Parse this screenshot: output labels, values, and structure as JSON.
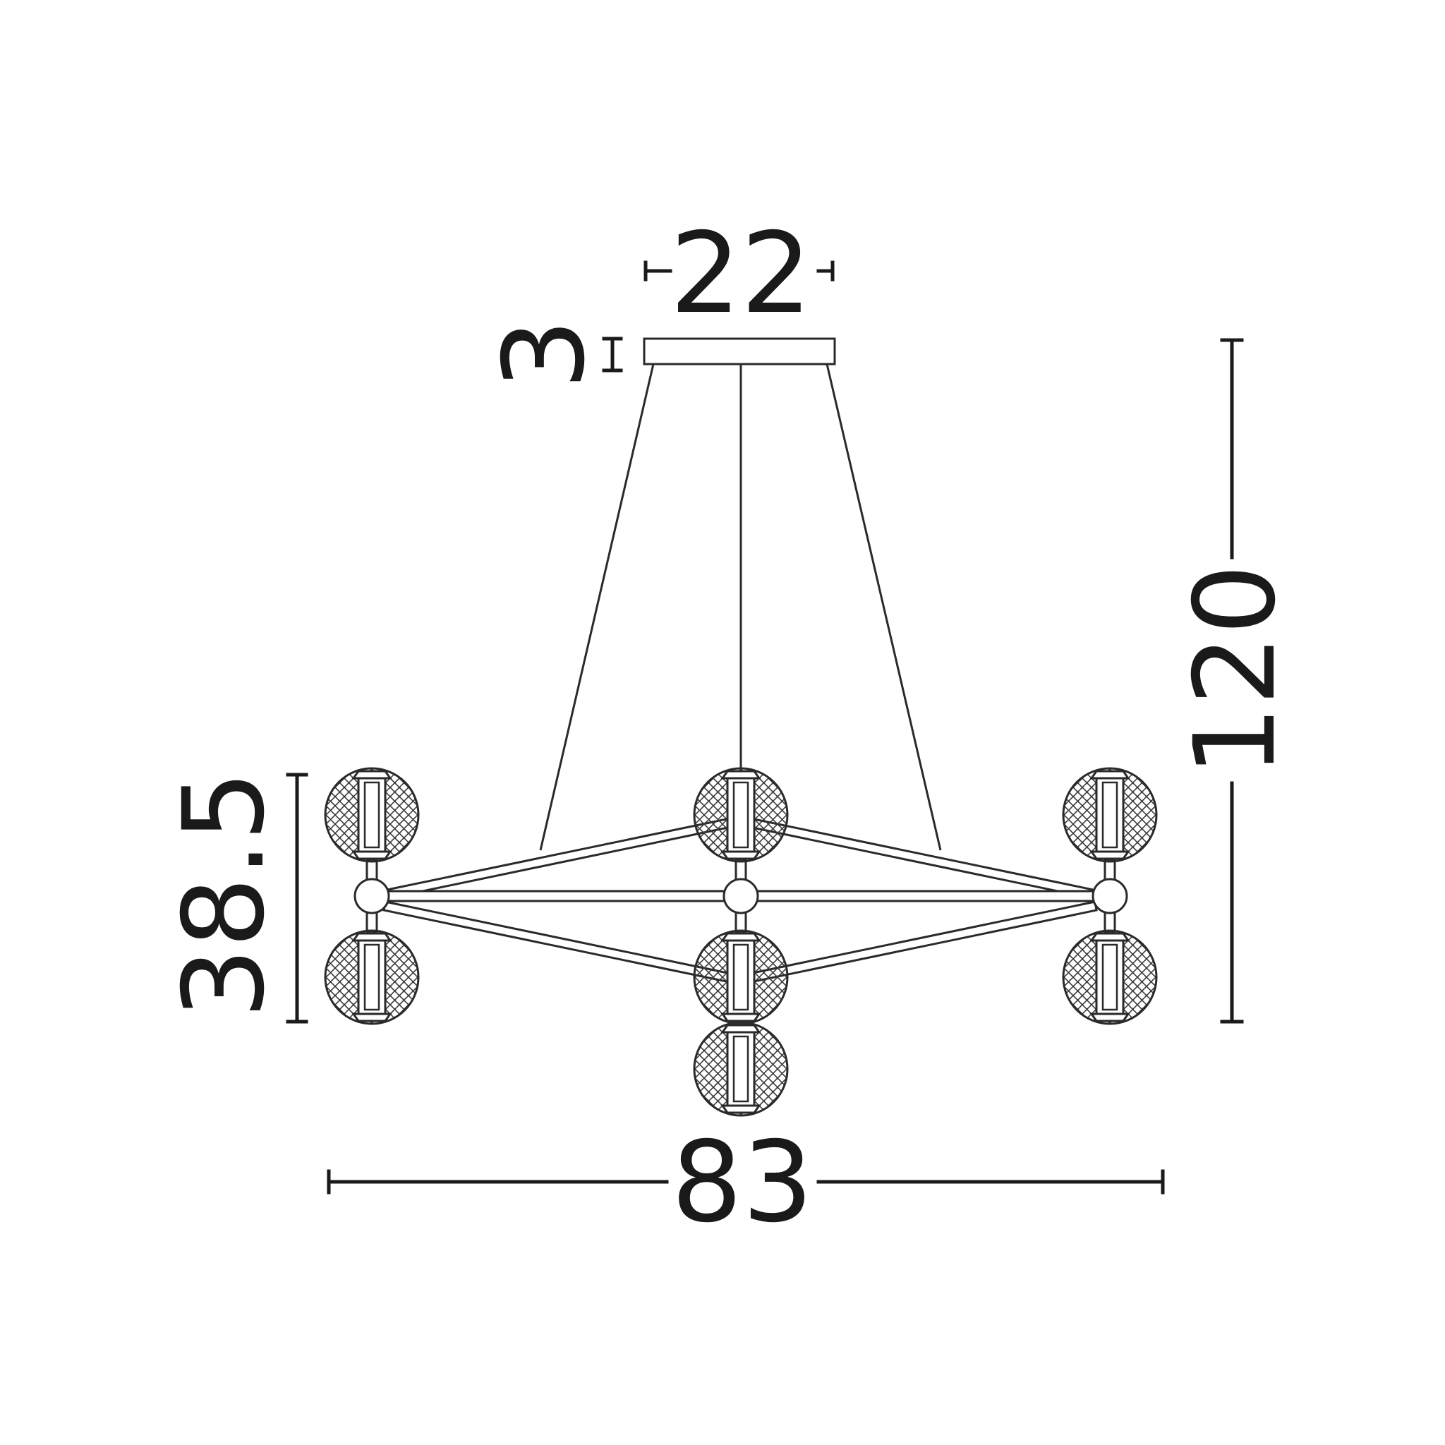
{
  "dimensions": {
    "canopy_width": "22",
    "canopy_height": "3",
    "total_height": "120",
    "body_height": "38.5",
    "total_width": "83"
  },
  "colors": {
    "line": "#1a1a1a",
    "background": "#ffffff"
  }
}
